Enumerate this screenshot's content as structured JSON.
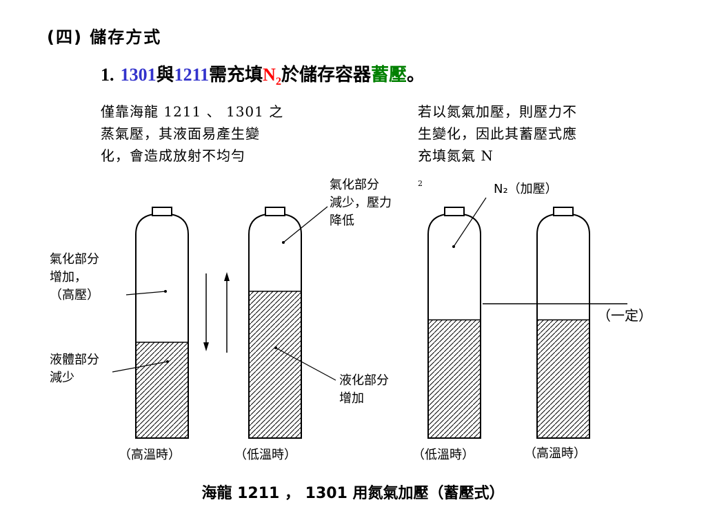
{
  "section_title": "(四) 儲存方式",
  "headline": {
    "prefix": "1.",
    "n1301": "1301",
    "and": "與",
    "n1211": "1211",
    "mid": "需充填",
    "n2_main": "N",
    "n2_sub": "2",
    "mid2": "於儲存容器",
    "emph": "蓄壓",
    "end": "。"
  },
  "colors": {
    "number_blue": "#3333cc",
    "n2_red": "#ff0000",
    "emph_green": "#008000"
  },
  "left_text": [
    "僅靠海龍 1211 、 1301 之",
    "蒸氣壓，其液面易產生變",
    "化，會造成放射不均勻"
  ],
  "right_text": [
    "若以氮氣加壓，則壓力不",
    "生變化，因此其蓄壓式應",
    "充填氮氣 N",
    "2"
  ],
  "labels": {
    "gas_increase": [
      "氣化部分",
      "增加，",
      "（高壓）"
    ],
    "liquid_decrease": [
      "液體部分",
      "減少"
    ],
    "gas_decrease": [
      "氣化部分",
      "減少，壓力",
      "降低"
    ],
    "liquid_increase": [
      "液化部分",
      "增加"
    ],
    "n2_pressurized": "N₂（加壓）",
    "constant": "（一定）"
  },
  "conditions": {
    "c1": "（高溫時）",
    "c2": "（低溫時）",
    "c3": "（低溫時）",
    "c4": "（高溫時）"
  },
  "caption": "海龍 1211 ， 1301 用氮氣加壓（蓄壓式）",
  "cylinders": [
    {
      "liquid_fraction": 0.47
    },
    {
      "liquid_fraction": 0.72
    },
    {
      "liquid_fraction": 0.58
    },
    {
      "liquid_fraction": 0.58
    }
  ]
}
